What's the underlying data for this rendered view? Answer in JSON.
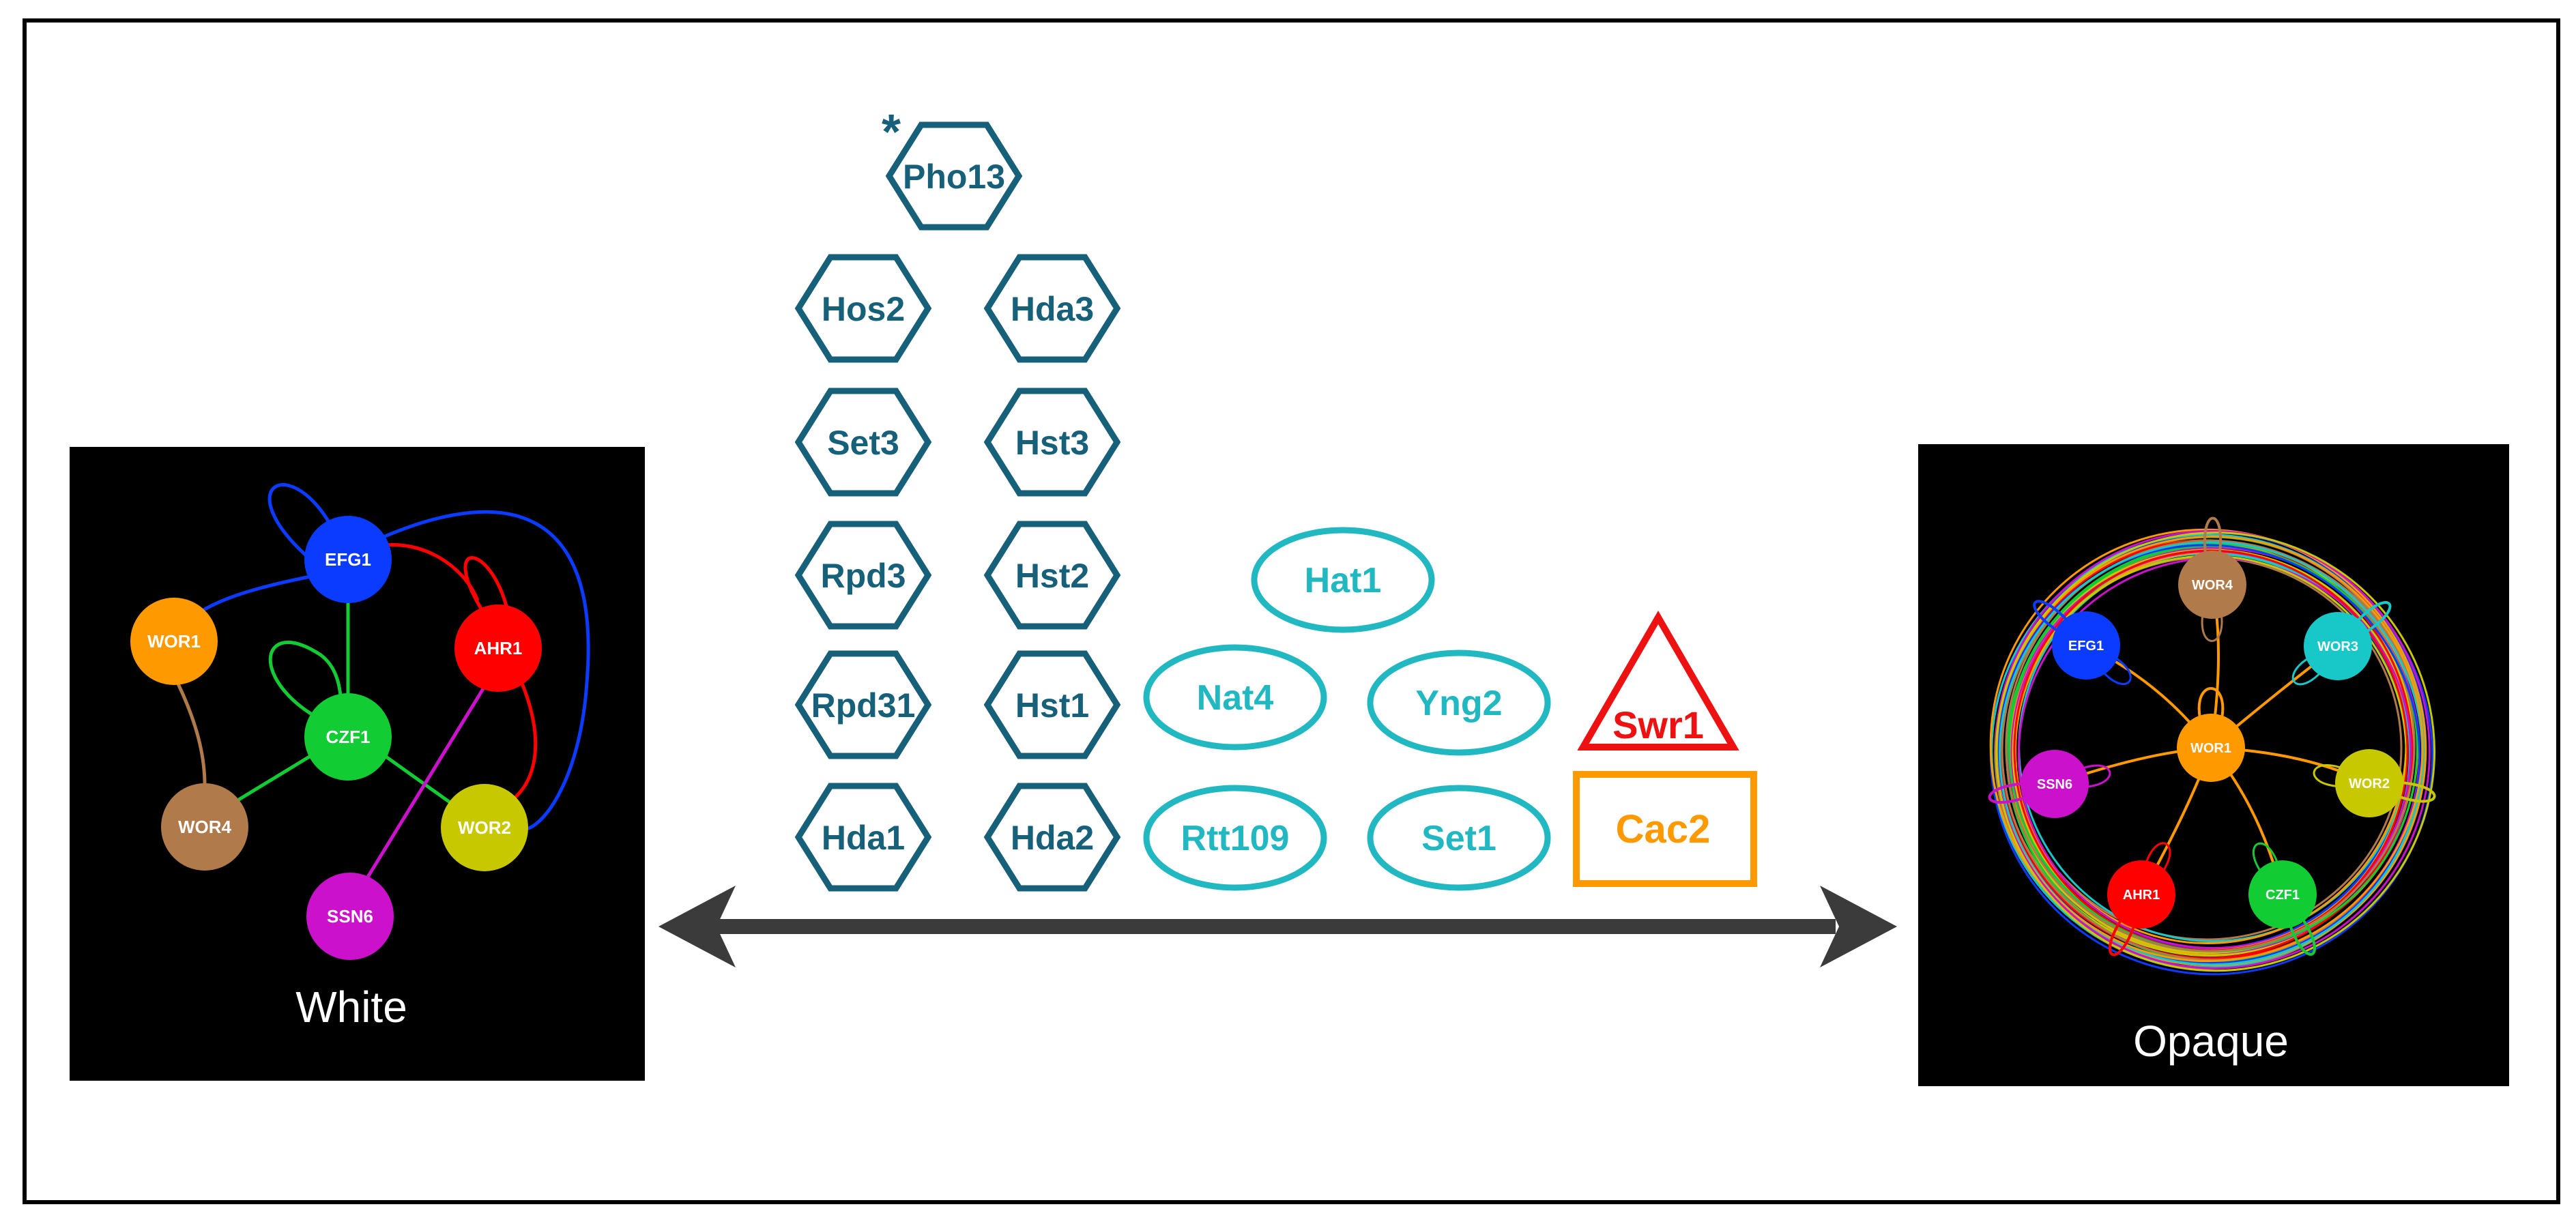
{
  "panels": {
    "white": {
      "label": "White"
    },
    "opaque": {
      "label": "Opaque"
    }
  },
  "white_network": {
    "nodes": [
      {
        "id": "EFG1",
        "color": "#0b3bff"
      },
      {
        "id": "WOR1",
        "color": "#ff9900"
      },
      {
        "id": "AHR1",
        "color": "#ff0000"
      },
      {
        "id": "CZF1",
        "color": "#11cc33"
      },
      {
        "id": "WOR4",
        "color": "#b07a4a"
      },
      {
        "id": "WOR2",
        "color": "#c8c800"
      },
      {
        "id": "SSN6",
        "color": "#cc11cc"
      }
    ]
  },
  "opaque_network": {
    "nodes": [
      {
        "id": "WOR4",
        "color": "#b07a4a"
      },
      {
        "id": "EFG1",
        "color": "#0b3bff"
      },
      {
        "id": "WOR3",
        "color": "#18c8c8"
      },
      {
        "id": "WOR1",
        "color": "#ff9900"
      },
      {
        "id": "SSN6",
        "color": "#cc11cc"
      },
      {
        "id": "WOR2",
        "color": "#c8c800"
      },
      {
        "id": "AHR1",
        "color": "#ff0000"
      },
      {
        "id": "CZF1",
        "color": "#11cc33"
      }
    ]
  },
  "regulators": {
    "asterisk": "*",
    "hexagon_color": "#17607a",
    "ellipse_color": "#22b8c2",
    "triangle_color": "#ee1111",
    "rect_color": "#ff9900",
    "hexagons": [
      "Pho13",
      "Hos2",
      "Hda3",
      "Set3",
      "Hst3",
      "Rpd3",
      "Hst2",
      "Rpd31",
      "Hst1",
      "Hda1",
      "Hda2"
    ],
    "ellipses": [
      "Hat1",
      "Nat4",
      "Yng2",
      "Rtt109",
      "Set1"
    ],
    "triangle": "Swr1",
    "rectangle": "Cac2"
  }
}
